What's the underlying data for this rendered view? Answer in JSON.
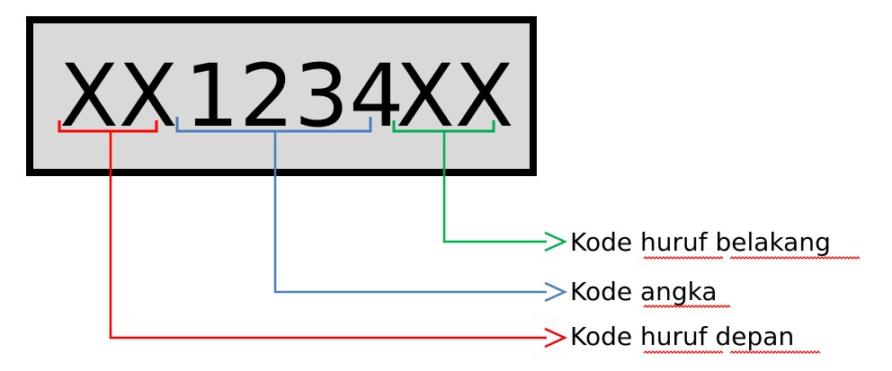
{
  "plate": {
    "front_code": "XX",
    "number_code": "1234",
    "back_code": "XX",
    "background": "#d9d9d9",
    "border_color": "#000000"
  },
  "labels": {
    "back_letters": "Kode huruf belakang",
    "numbers": "Kode angka",
    "front_letters": "Kode huruf depan"
  },
  "colors": {
    "front": "#ff0000",
    "numbers": "#4a7ebb",
    "back": "#00b050",
    "spellcheck": "#ff0000"
  }
}
